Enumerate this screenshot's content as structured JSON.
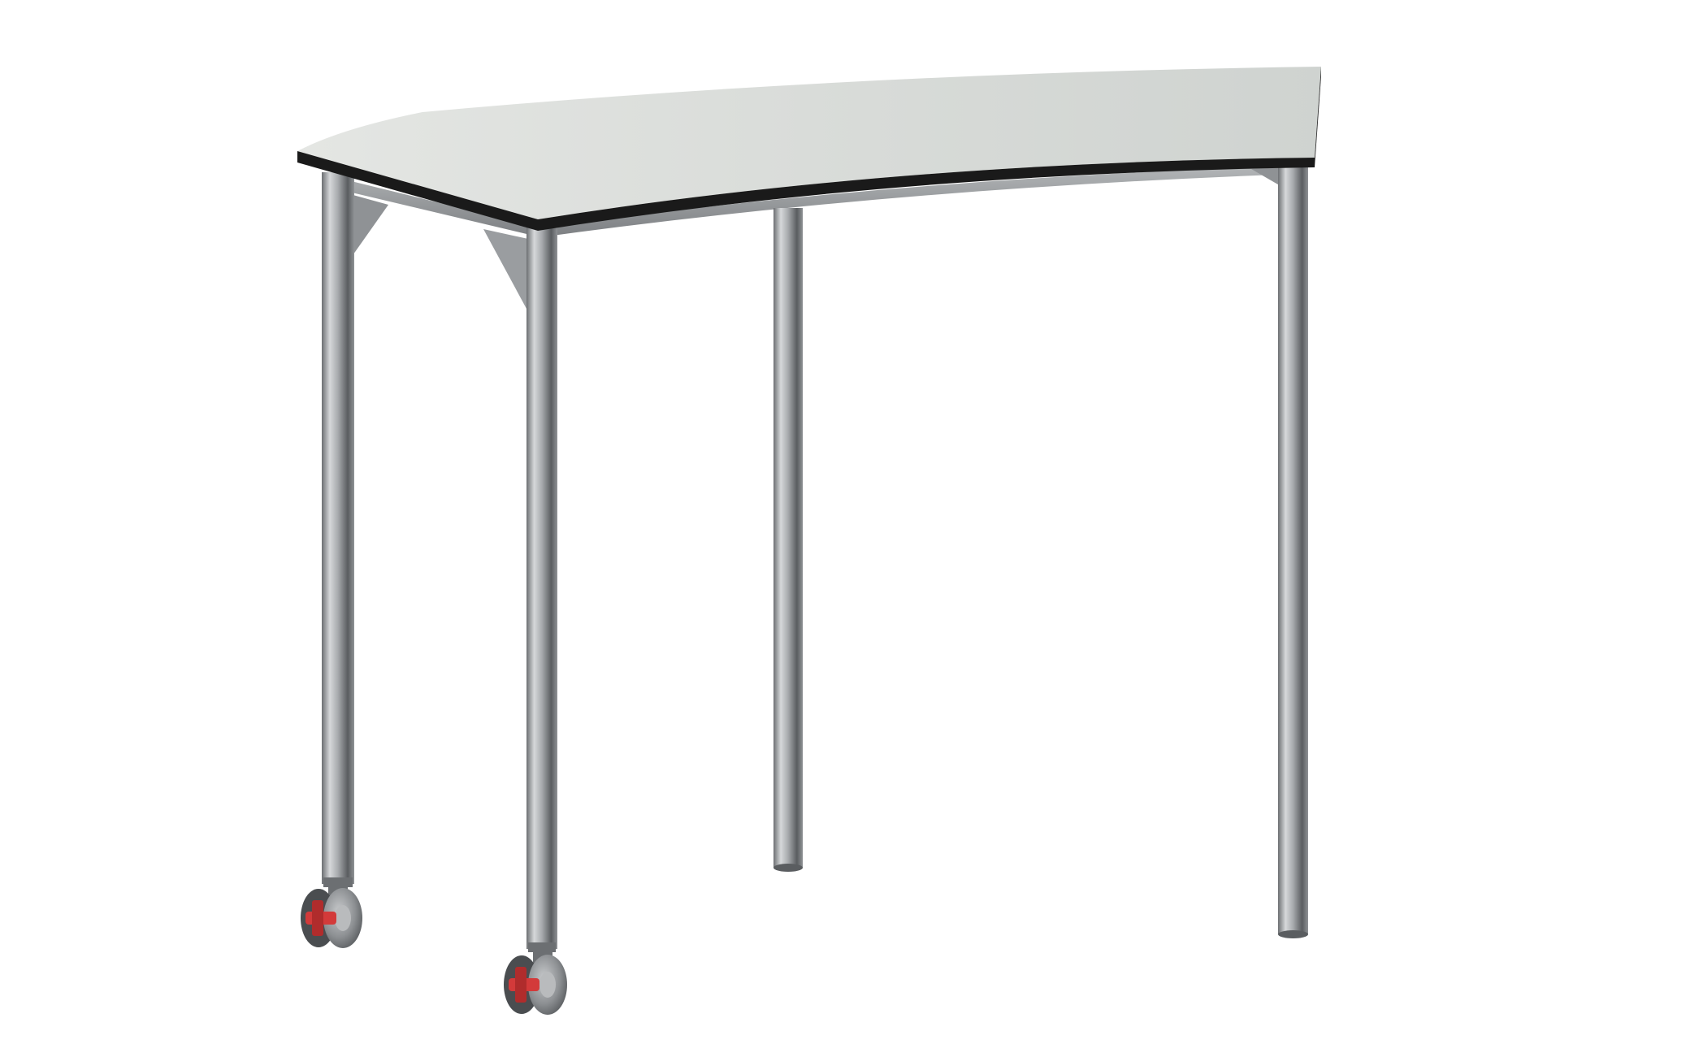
{
  "image": {
    "subject": "curved-top-mobile-table",
    "background_color": "#ffffff"
  },
  "colors": {
    "tabletop": "#dcdfdc",
    "tabletop_highlight": "#e6e8e5",
    "edge_band": "#1a1a1a",
    "metal_light": "#d0d2d4",
    "metal_mid": "#9a9da0",
    "metal_dark": "#5d6063",
    "caster_body": "#8a8d90",
    "caster_lock": "#d33a3a"
  },
  "legs": [
    {
      "position": "front-left",
      "has_caster": true
    },
    {
      "position": "front-center",
      "has_caster": true
    },
    {
      "position": "back-middle",
      "has_caster": false
    },
    {
      "position": "back-right",
      "has_caster": false
    }
  ]
}
